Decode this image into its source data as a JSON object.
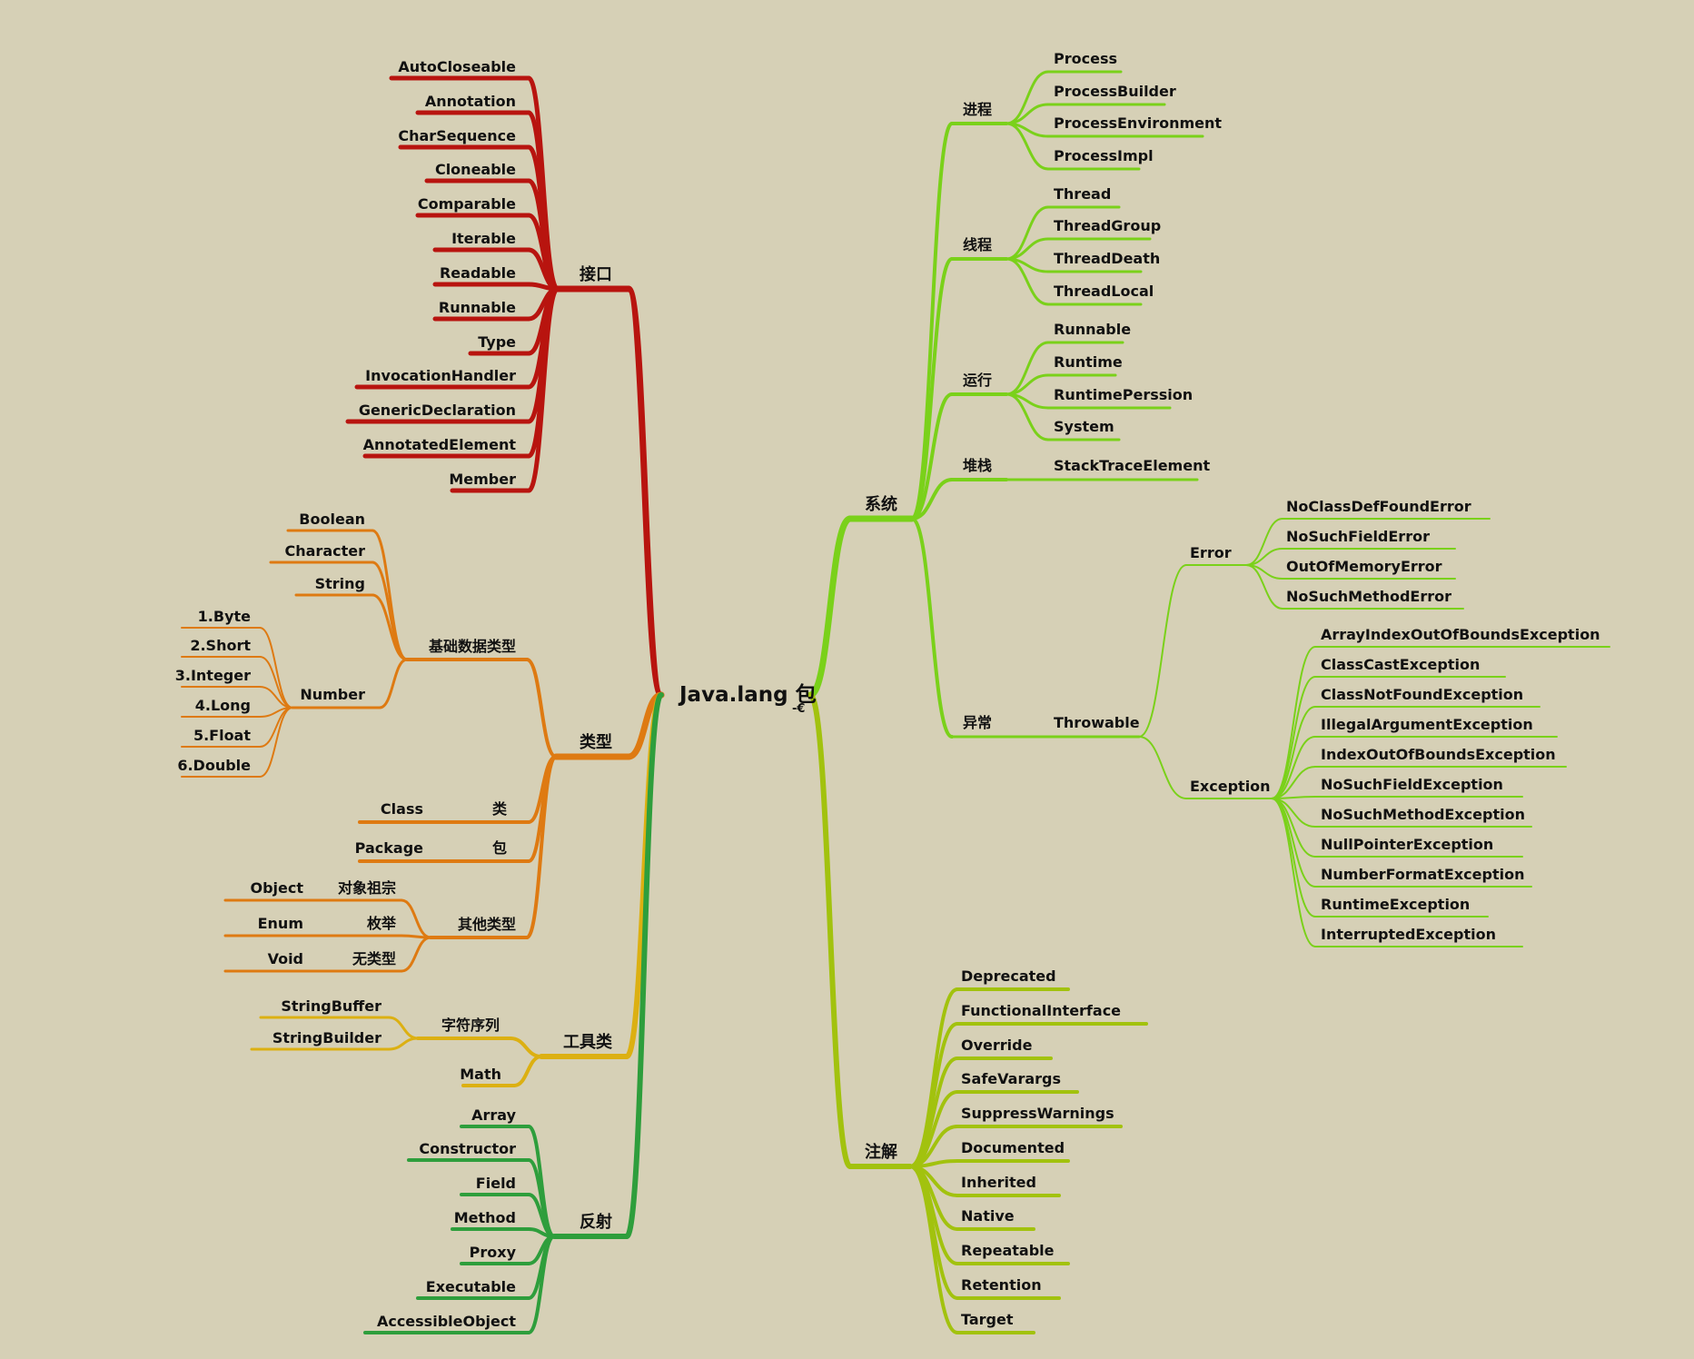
{
  "root": {
    "label": "Java.lang 包"
  },
  "colors": {
    "background": "#d6d0b6",
    "interfaces": "#b8140f",
    "types": "#de7a12",
    "tools": "#dcb012",
    "reflection": "#2e9e3c",
    "system": "#7ad11a",
    "annotations": "#a2c20e"
  },
  "left": {
    "interfaces": {
      "label": "接口",
      "items": [
        "AutoCloseable",
        "Annotation",
        "CharSequence",
        "Cloneable",
        "Comparable",
        "Iterable",
        "Readable",
        "Runnable",
        "Type",
        "InvocationHandler",
        "GenericDeclaration",
        "AnnotatedElement",
        "Member"
      ]
    },
    "types": {
      "label": "类型",
      "basic": {
        "label": "基础数据类型",
        "items": [
          "Boolean",
          "Character",
          "String"
        ],
        "number": {
          "label": "Number",
          "items": [
            "1.Byte",
            "2.Short",
            "3.Integer",
            "4.Long",
            "5.Float",
            "6.Double"
          ]
        }
      },
      "class_row": {
        "label": "类",
        "child": "Class"
      },
      "package_row": {
        "label": "包",
        "child": "Package"
      },
      "other": {
        "label": "其他类型",
        "rows": [
          {
            "label": "对象祖宗",
            "child": "Object"
          },
          {
            "label": "枚举",
            "child": "Enum"
          },
          {
            "label": "无类型",
            "child": "Void"
          }
        ]
      }
    },
    "tools": {
      "label": "工具类",
      "seq": {
        "label": "字符序列",
        "items": [
          "StringBuffer",
          "StringBuilder"
        ]
      },
      "math": "Math"
    },
    "reflection": {
      "label": "反射",
      "items": [
        "Array",
        "Constructor",
        "Field",
        "Method",
        "Proxy",
        "Executable",
        "AccessibleObject"
      ]
    }
  },
  "right": {
    "system": {
      "label": "系统",
      "groups": [
        {
          "label": "进程",
          "items": [
            "Process",
            "ProcessBuilder",
            "ProcessEnvironment",
            "ProcessImpl"
          ]
        },
        {
          "label": "线程",
          "items": [
            "Thread",
            "ThreadGroup",
            "ThreadDeath",
            "ThreadLocal"
          ]
        },
        {
          "label": "运行",
          "items": [
            "Runnable",
            "Runtime",
            "RuntimePerssion",
            "System"
          ]
        },
        {
          "label": "堆栈",
          "items": [
            "StackTraceElement"
          ]
        }
      ],
      "exception": {
        "label": "异常",
        "throwable": "Throwable",
        "error": {
          "label": "Error",
          "items": [
            "NoClassDefFoundError",
            "NoSuchFieldError",
            "OutOfMemoryError",
            "NoSuchMethodError"
          ]
        },
        "exception": {
          "label": "Exception",
          "items": [
            "ArrayIndexOutOfBoundsException",
            "ClassCastException",
            "ClassNotFoundException",
            "IllegalArgumentException",
            "IndexOutOfBoundsException",
            "NoSuchFieldException",
            "NoSuchMethodException",
            "NullPointerException",
            "NumberFormatException",
            "RuntimeException",
            "InterruptedException"
          ]
        }
      }
    },
    "annotations": {
      "label": "注解",
      "items": [
        "Deprecated",
        "FunctionalInterface",
        "Override",
        "SafeVarargs",
        "SuppressWarnings",
        "Documented",
        "Inherited",
        "Native",
        "Repeatable",
        "Retention",
        "Target"
      ]
    }
  }
}
